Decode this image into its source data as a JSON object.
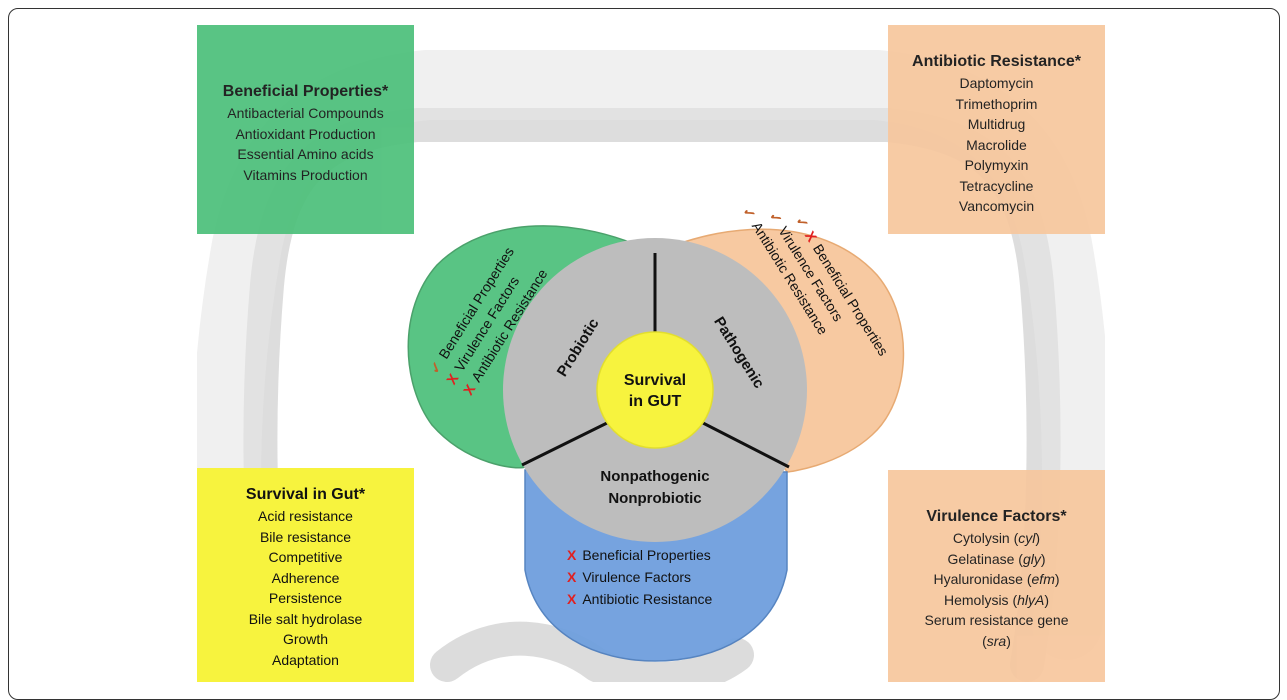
{
  "beneficial_box": {
    "title": "Beneficial Properties*",
    "items": [
      "Antibacterial  Compounds",
      "Antioxidant Production",
      "Essential Amino acids",
      "Vitamins Production"
    ]
  },
  "antibiotic_box": {
    "title": "Antibiotic Resistance*",
    "items": [
      "Daptomycin",
      "Trimethoprim",
      "Multidrug",
      "Macrolide",
      "Polymyxin",
      "Tetracycline",
      "Vancomycin"
    ]
  },
  "survival_box": {
    "title": "Survival in Gut*",
    "items": [
      "Acid resistance",
      "Bile resistance",
      "Competitive",
      "Adherence",
      "Persistence",
      "Bile salt hydrolase",
      "Growth",
      "Adaptation"
    ]
  },
  "virulence_box": {
    "title": "Virulence Factors*",
    "items": [
      {
        "text": "Cytolysin (",
        "gene": "cyl",
        "end": ")"
      },
      {
        "text": "Gelatinase (",
        "gene": "gly",
        "end": ")"
      },
      {
        "text": "Hyaluronidase (",
        "gene": "efm",
        "end": ")"
      },
      {
        "text": "Hemolysis (",
        "gene": "hlyA",
        "end": ")"
      },
      {
        "text": "Serum resistance gene",
        "gene": "",
        "end": ""
      },
      {
        "text": "(",
        "gene": "sra",
        "end": ")"
      }
    ]
  },
  "center": {
    "line1": "Survival",
    "line2": "in GUT"
  },
  "sectors": {
    "probiotic": "Probiotic",
    "pathogenic": "Pathogenic",
    "nonpath_line1": "Nonpathogenic",
    "nonpath_line2": "Nonprobiotic"
  },
  "marks": {
    "check": "✓",
    "cross": "X"
  },
  "green_lobe": [
    "Beneficial Properties",
    "Virulence Factors",
    "Antibiotic Resistance"
  ],
  "orange_lobe": [
    "Beneficial Properties",
    "Virulence Factors",
    "Antibiotic Resistance"
  ],
  "blue_lobe": [
    "Beneficial Properties",
    "Virulence Factors",
    "Antibiotic Resistance"
  ],
  "colors": {
    "green": "#4cc07a",
    "orange": "#f7c79d",
    "yellow": "#f7f33e",
    "blue": "#6f9fde",
    "gray": "#bdbdbd",
    "cross": "#e02020",
    "check": "#c0602a"
  }
}
